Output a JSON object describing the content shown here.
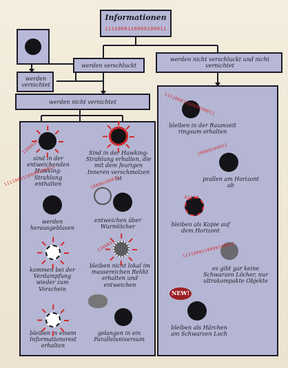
{
  "title": "Informationen",
  "title_bits": "1111000110000100011",
  "branches": {
    "left": "werden verschluckt",
    "right": "werden nicht verschluckt und nicht vernichtet",
    "destroyed": "werden vernichtet",
    "not_destroyed": "werden nicht vernichtet"
  },
  "left_items": [
    "sind in der entweichenden Hawking-Strahlung enthalten",
    "Sind in der Hawking-Strahlung erhalten, die mit dem feurigen Inneren verschmolzen ist",
    "werden herausgeblasen",
    "entweichen über Wurmlöcher",
    "kommen bei der Verdampfung wieder zum Vorschein",
    "bleiben nicht lokal im massereichen Relikt erhalten und entweichen",
    "bleiben in einem Informationsrest erhalten",
    "gelangen in ein Paralleluniversum"
  ],
  "right_items": [
    "bleiben in der Raumzeit ringsum erhalten",
    "prallen am Horizont ab",
    "bleiben als Kopie auf dem Horizont",
    "es gibt gar keine Schwarzen Löcher, nur ultrakompakte Objekte",
    "bleiben als Härchen am Schwarzen Loch"
  ],
  "badge": "NEW!",
  "bits": [
    "1111000110000100011",
    "1100011",
    "01110",
    "10000100011",
    "1111000110000100011",
    "10000100011"
  ]
}
